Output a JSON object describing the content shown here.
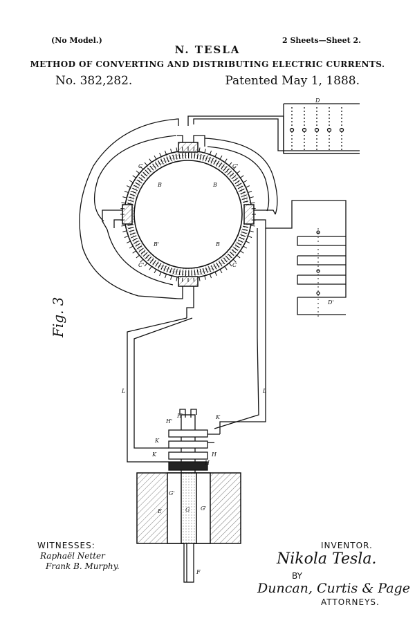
{
  "header": {
    "model_note": "(No Model.)",
    "sheet_note": "2 Sheets—Sheet 2.",
    "inventor": "N. TESLA",
    "title": "METHOD OF CONVERTING AND DISTRIBUTING ELECTRIC CURRENTS.",
    "patent_number": "No. 382,282.",
    "patent_date": "Patented May 1, 1888."
  },
  "figure": {
    "label": "Fig. 3",
    "ref_letters": {
      "B": "B",
      "B_prime": "B'",
      "C": "C",
      "C_prime": "C'",
      "D": "D",
      "D_prime": "D'",
      "E": "E",
      "F": "F",
      "G": "G",
      "G_prime": "G'",
      "H": "H",
      "H_prime": "H'",
      "K": "K",
      "L": "L"
    }
  },
  "signatures": {
    "witnesses_label": "WITNESSES:",
    "witness_1": "Raphaël Netter",
    "witness_2": "Frank B. Murphy.",
    "inventor_label": "INVENTOR.",
    "inventor_signature": "Nikola Tesla.",
    "by_label": "BY",
    "attorney_signature": "Duncan, Curtis & Page",
    "attorneys_label": "ATTORNEYS."
  }
}
